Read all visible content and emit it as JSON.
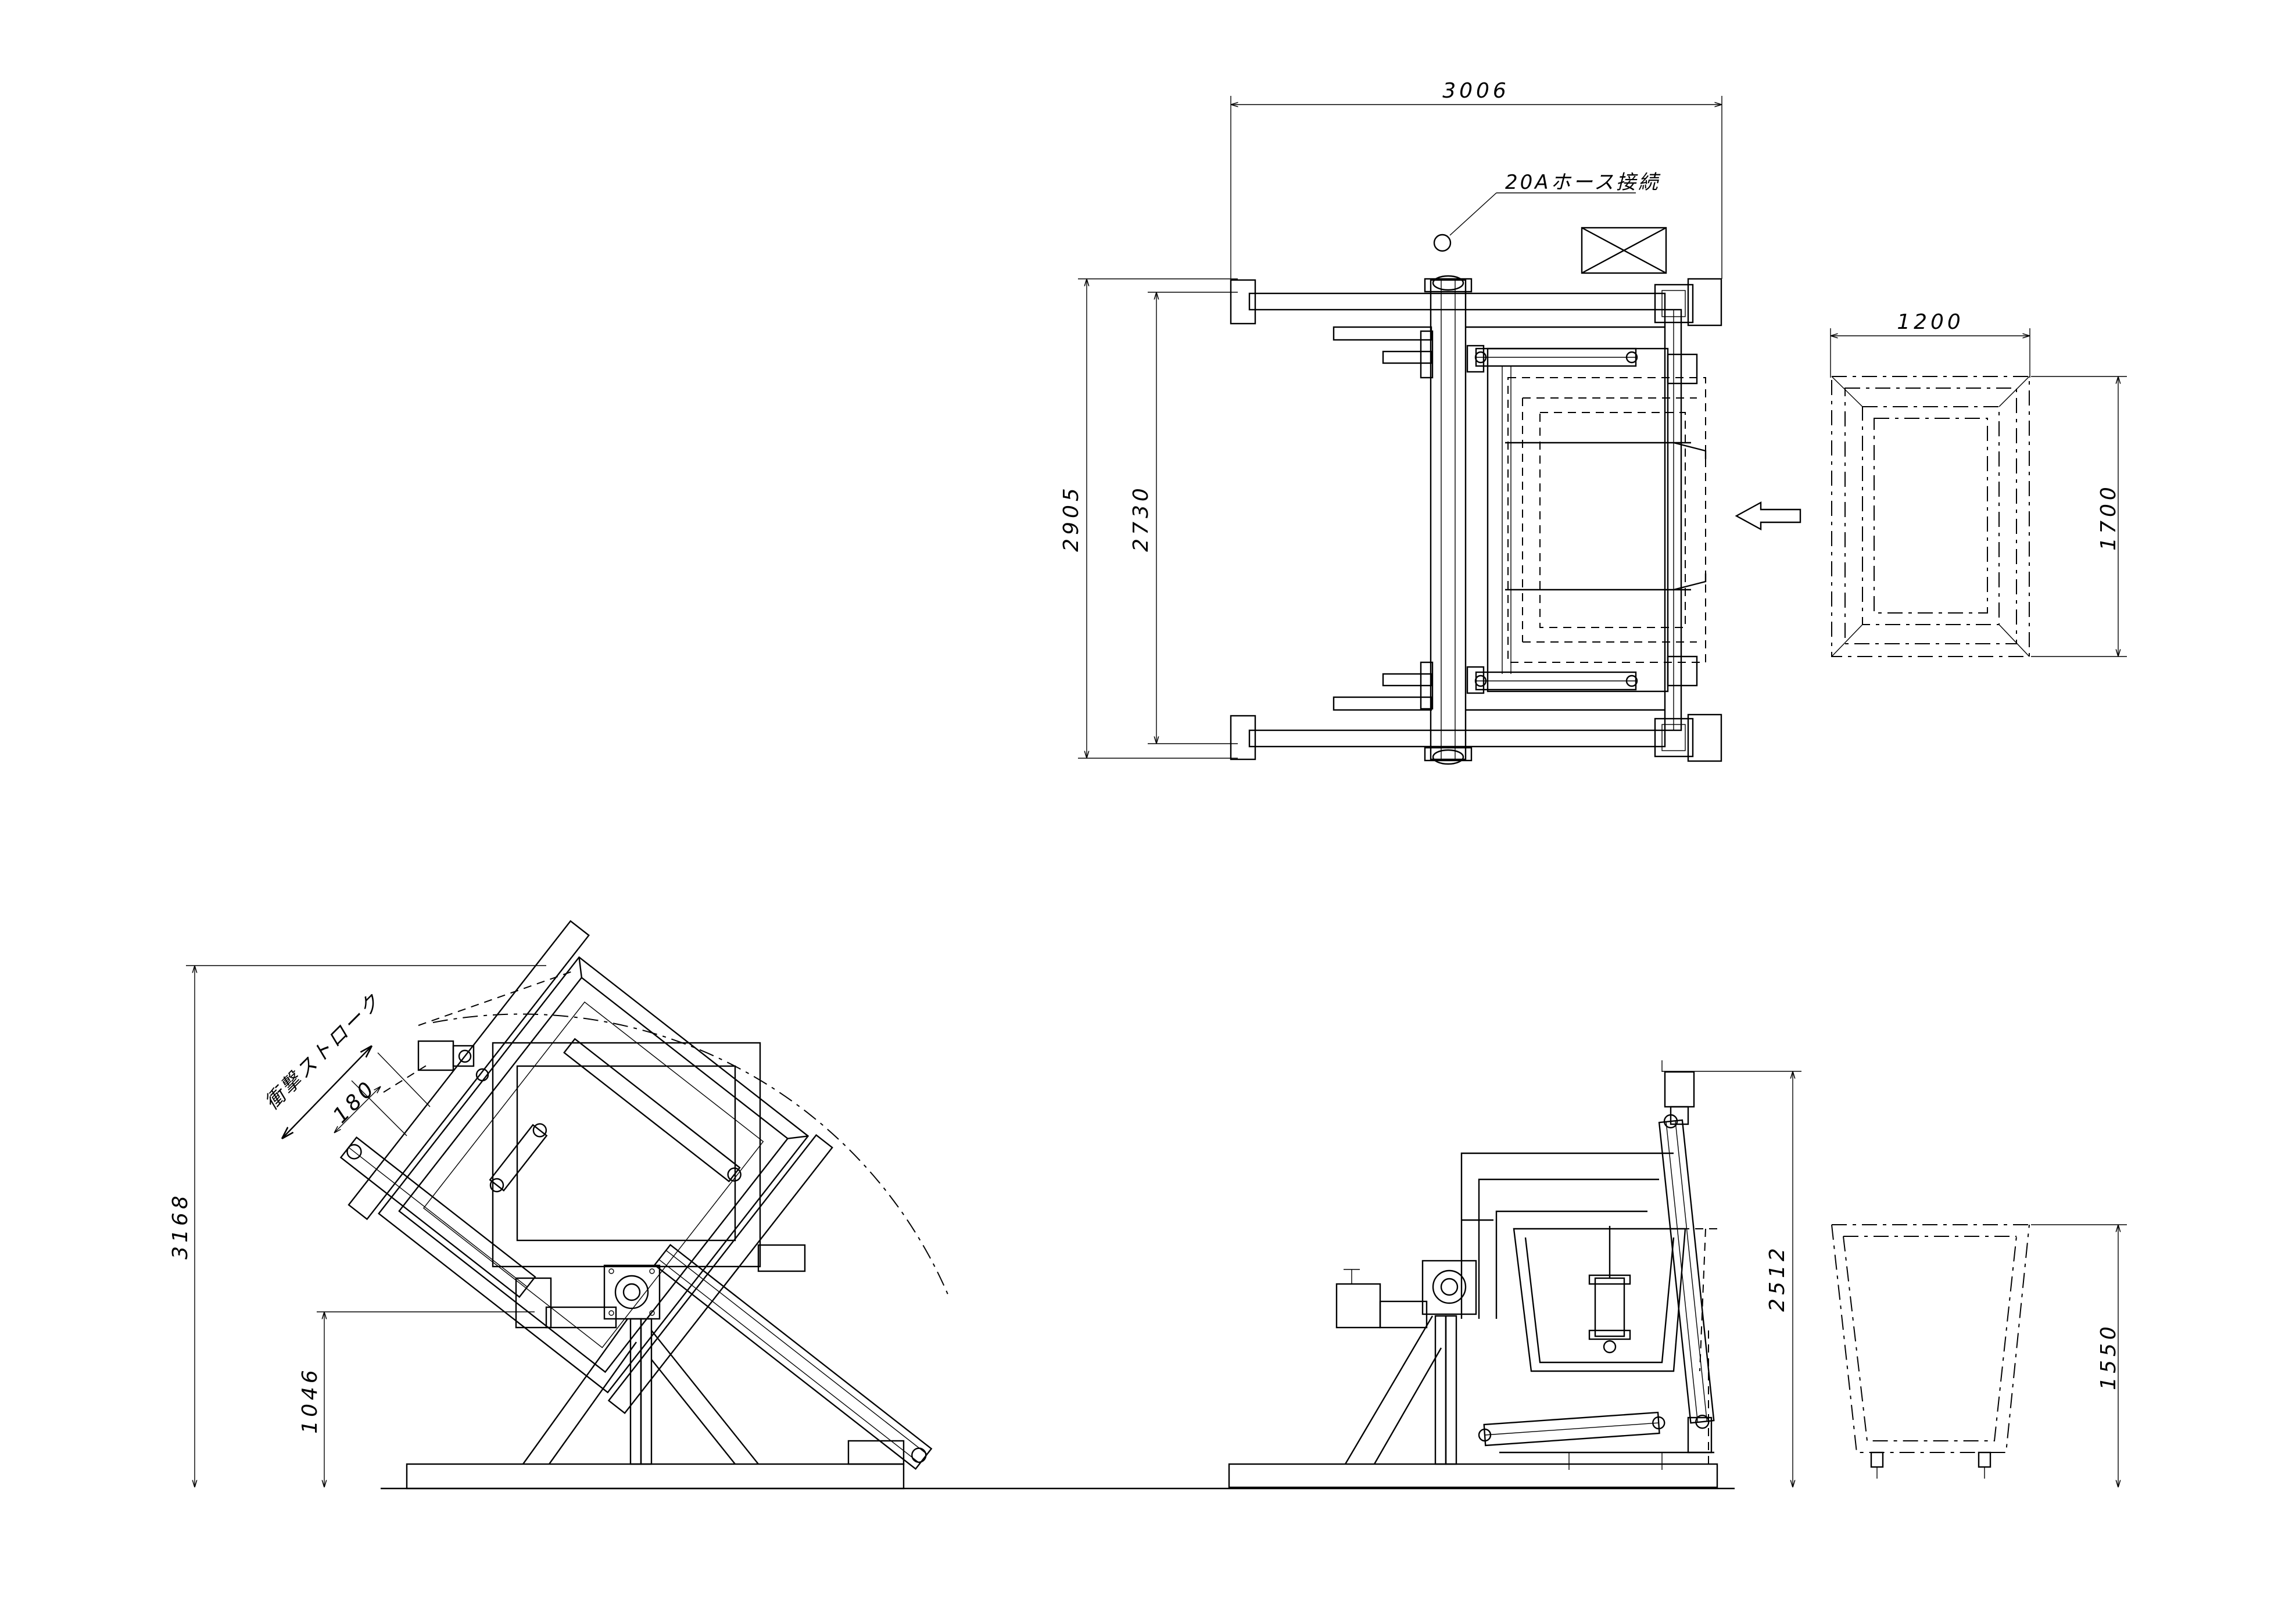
{
  "colors": {
    "line": "#000000",
    "background": "#ffffff"
  },
  "dimensions": {
    "top_width": "3006",
    "top_outer_height": "2905",
    "top_inner_height": "2730",
    "bin_top_width": "1200",
    "bin_top_height": "1700",
    "side_total_height": "3168",
    "side_pivot_height": "1046",
    "side_stroke": "180",
    "front_height": "2512",
    "bin_side_height": "1550"
  },
  "annotations": {
    "hose_connection": "20Aホース接続",
    "impact_stroke": "衝撃ストローク"
  },
  "icons": {
    "arrow": "left-arrow-icon"
  }
}
